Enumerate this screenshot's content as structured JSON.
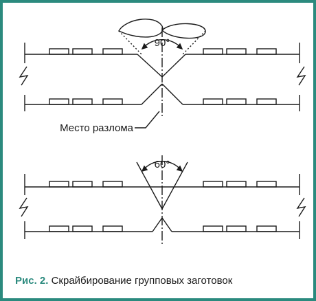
{
  "diagram": {
    "top_figure": {
      "angle_label": "90°"
    },
    "fracture_label": "Место разлома",
    "bottom_figure": {
      "angle_label": "60°"
    }
  },
  "caption": {
    "prefix": "Рис. 2.",
    "text": "Скрайбирование групповых заготовок"
  },
  "colors": {
    "accent": "#2b8a7e",
    "ink": "#1a1a1a"
  }
}
